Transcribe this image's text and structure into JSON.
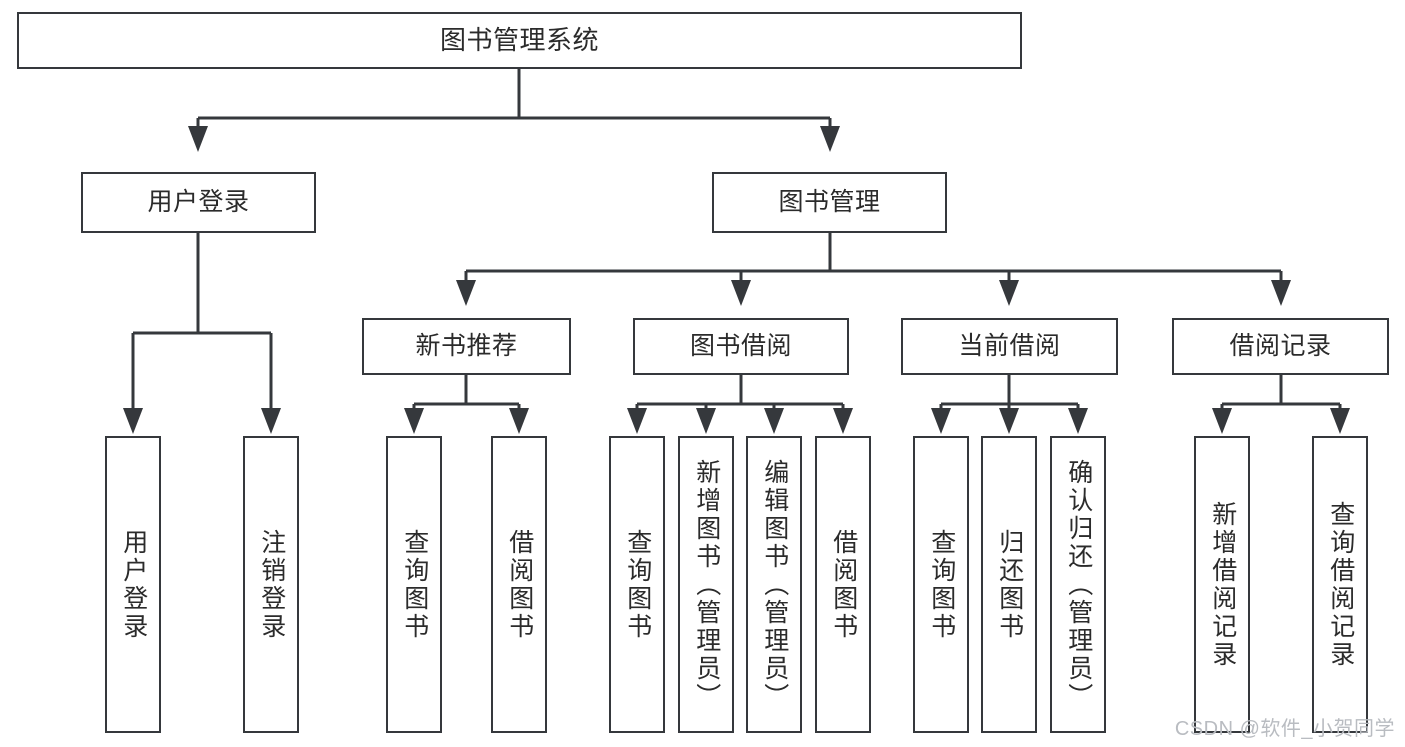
{
  "diagram": {
    "type": "tree-hierarchy-chart",
    "title": "图书管理系统",
    "colors": {
      "box_border": "#35383c",
      "box_fill": "#ffffff",
      "connector": "#35383c",
      "text": "#2b2b2b",
      "watermark": "#b9bcc1",
      "background": "#ffffff"
    },
    "levels": [
      {
        "level": 1,
        "nodes": [
          {
            "id": "root",
            "label": "图书管理系统",
            "orientation": "horizontal"
          }
        ]
      },
      {
        "level": 2,
        "nodes": [
          {
            "id": "login",
            "label": "用户登录",
            "orientation": "horizontal",
            "parent": "root"
          },
          {
            "id": "bookmgmt",
            "label": "图书管理",
            "orientation": "horizontal",
            "parent": "root"
          }
        ]
      },
      {
        "level": 3,
        "nodes": [
          {
            "id": "newbook",
            "label": "新书推荐",
            "orientation": "horizontal",
            "parent": "bookmgmt"
          },
          {
            "id": "borrow",
            "label": "图书借阅",
            "orientation": "horizontal",
            "parent": "bookmgmt"
          },
          {
            "id": "current",
            "label": "当前借阅",
            "orientation": "horizontal",
            "parent": "bookmgmt"
          },
          {
            "id": "records",
            "label": "借阅记录",
            "orientation": "horizontal",
            "parent": "bookmgmt"
          }
        ]
      },
      {
        "level": 4,
        "nodes": [
          {
            "id": "leaf1",
            "label": "用户登录",
            "orientation": "vertical",
            "parent": "login"
          },
          {
            "id": "leaf2",
            "label": "注销登录",
            "orientation": "vertical",
            "parent": "login"
          },
          {
            "id": "leaf3",
            "label": "查询图书",
            "orientation": "vertical",
            "parent": "newbook"
          },
          {
            "id": "leaf4",
            "label": "借阅图书",
            "orientation": "vertical",
            "parent": "newbook"
          },
          {
            "id": "leaf5",
            "label": "查询图书",
            "orientation": "vertical",
            "parent": "borrow"
          },
          {
            "id": "leaf6",
            "label": "新增图书（管理员）",
            "orientation": "vertical",
            "parent": "borrow"
          },
          {
            "id": "leaf7",
            "label": "编辑图书（管理员）",
            "orientation": "vertical",
            "parent": "borrow"
          },
          {
            "id": "leaf8",
            "label": "借阅图书",
            "orientation": "vertical",
            "parent": "borrow"
          },
          {
            "id": "leaf9",
            "label": "查询图书",
            "orientation": "vertical",
            "parent": "current"
          },
          {
            "id": "leaf10",
            "label": "归还图书",
            "orientation": "vertical",
            "parent": "current"
          },
          {
            "id": "leaf11",
            "label": "确认归还（管理员）",
            "orientation": "vertical",
            "parent": "current"
          },
          {
            "id": "leaf12",
            "label": "新增借阅记录",
            "orientation": "vertical",
            "parent": "records"
          },
          {
            "id": "leaf13",
            "label": "查询借阅记录",
            "orientation": "vertical",
            "parent": "records"
          }
        ]
      }
    ]
  },
  "watermark": {
    "text": "CSDN @软件_小贺同学"
  }
}
